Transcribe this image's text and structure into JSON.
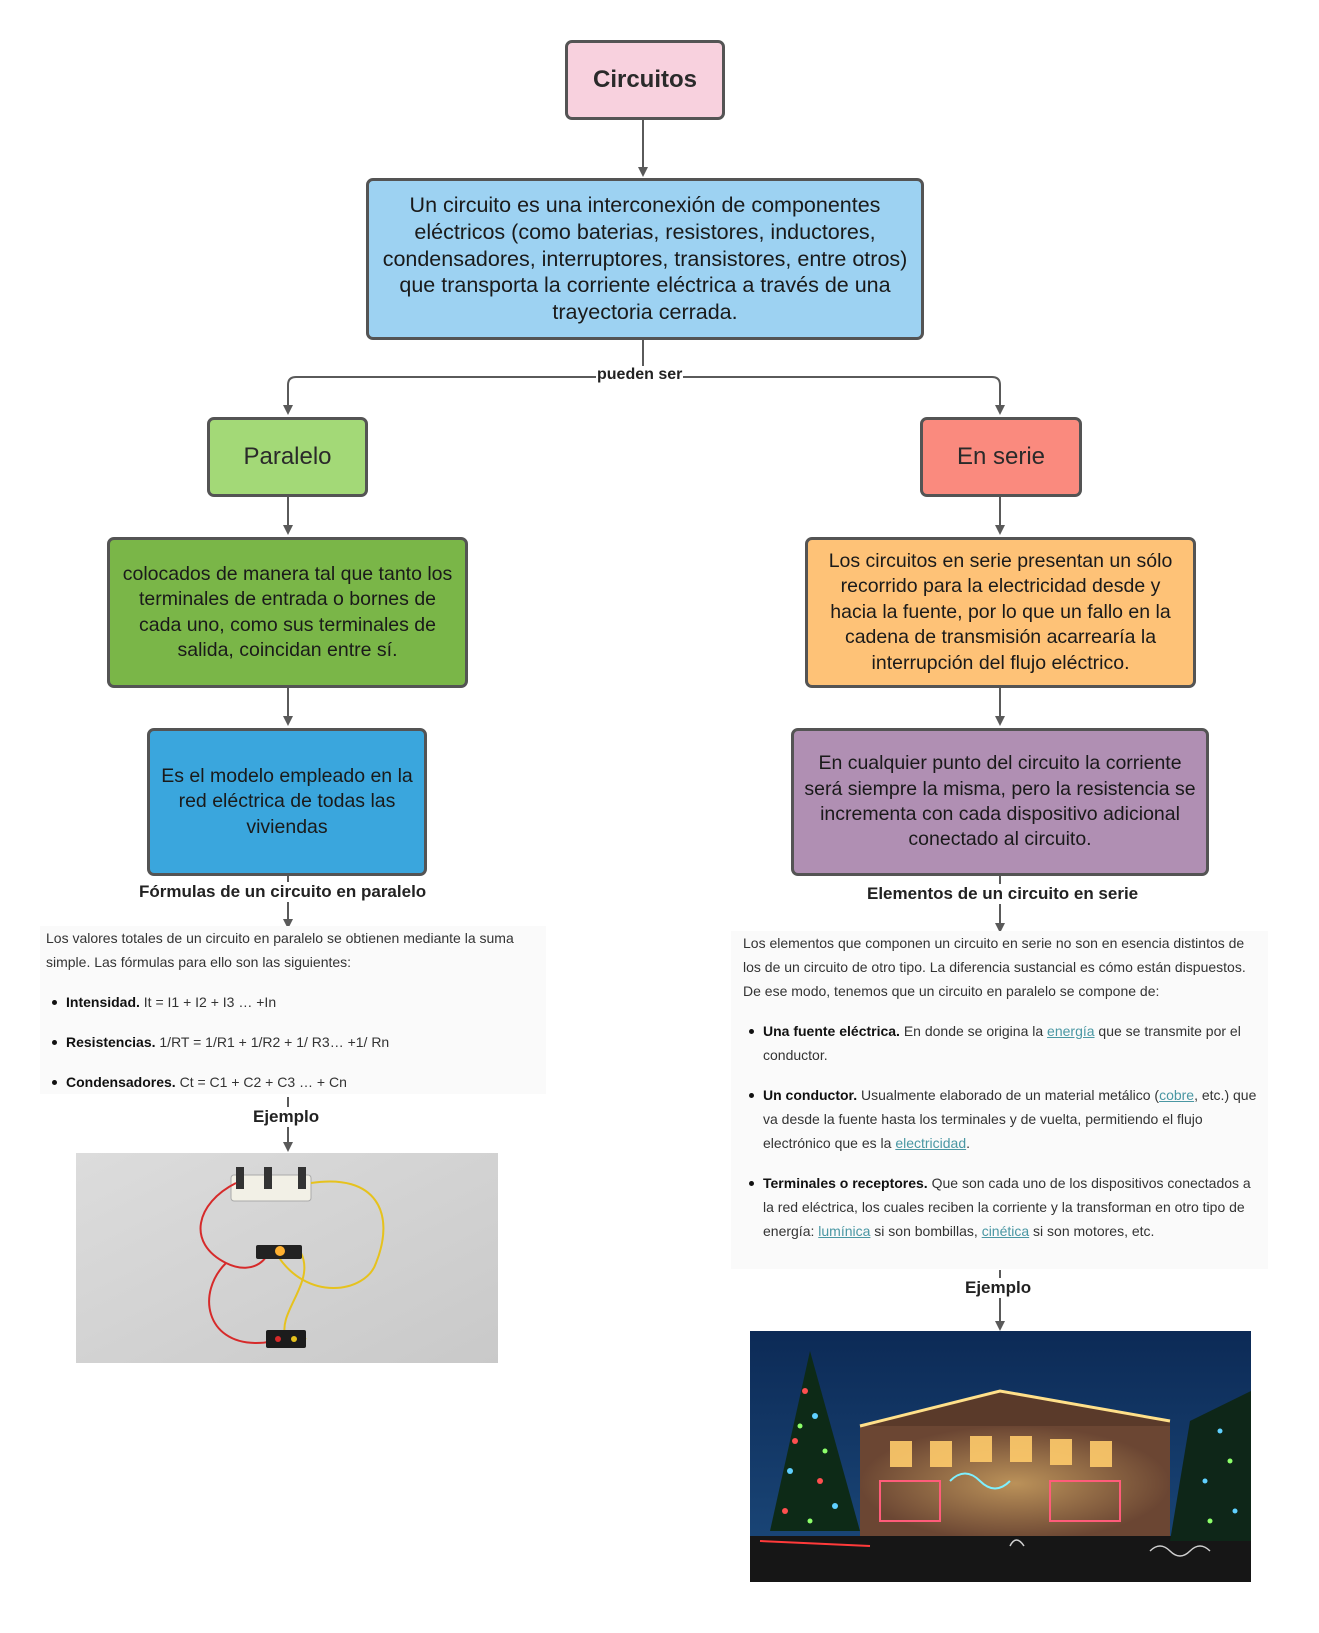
{
  "nodes": {
    "circuitos": "Circuitos",
    "definicion": "Un circuito es una interconexión de componentes eléctricos (como baterias, resistores, inductores, condensadores, interruptores, transistores, entre otros) que transporta la corriente eléctrica a través de una trayectoria cerrada.",
    "paralelo": "Paralelo",
    "en_serie": "En serie",
    "paralelo_desc": "colocados de manera tal que tanto los terminales de entrada o bornes de cada uno, como sus terminales de salida, coincidan entre sí.",
    "serie_desc": "Los circuitos en serie presentan un sólo recorrido para la electricidad desde y hacia la fuente, por lo que un fallo en la cadena de transmisión acarrearía la interrupción del flujo eléctrico.",
    "paralelo_uso": "Es el modelo empleado en la red eléctrica de todas las viviendas",
    "serie_corriente": "En cualquier punto del circuito la corriente será siempre la misma, pero la resistencia se incrementa con cada dispositivo adicional conectado al circuito."
  },
  "edge_labels": {
    "pueden_ser": "pueden ser",
    "formulas": "Fórmulas de un circuito en paralelo",
    "elementos": "Elementos de un circuito en serie",
    "ejemplo_paralelo": "Ejemplo",
    "ejemplo_serie": "Ejemplo"
  },
  "formulas_box": {
    "intro": "Los valores totales de un circuito en paralelo se obtienen mediante la suma simple. Las fórmulas para ello son las siguientes:",
    "items": [
      {
        "term": "Intensidad.",
        "text": " It = I1 + I2 + I3 … +In"
      },
      {
        "term": "Resistencias.",
        "text": " 1/RT = 1/R1 + 1/R2 + 1/ R3… +1/ Rn"
      },
      {
        "term": "Condensadores.",
        "text": " Ct = C1 + C2 + C3 … + Cn"
      }
    ]
  },
  "elementos_box": {
    "intro": "Los elementos que componen un circuito en serie no son en esencia distintos de los de un circuito de otro tipo. La diferencia sustancial es cómo están dispuestos. De ese modo, tenemos que un circuito en paralelo se compone de:",
    "item1": {
      "term": "Una fuente eléctrica.",
      "t1": " En donde se origina la ",
      "link1": "energía",
      "t2": " que se transmite por el conductor."
    },
    "item2": {
      "term": "Un conductor.",
      "t1": " Usualmente elaborado de un material metálico (",
      "link1": "cobre",
      "t2": ", etc.) que va desde la fuente hasta los terminales y de vuelta, permitiendo el flujo electrónico que es la ",
      "link2": "electricidad",
      "t3": "."
    },
    "item3": {
      "term": "Terminales o receptores.",
      "t1": " Que son cada uno de los dispositivos conectados a la red eléctrica, los cuales reciben la corriente y la transforman en otro tipo de energía: ",
      "link1": "lumínica",
      "t2": " si son bombillas, ",
      "link2": "cinética",
      "t3": " si son motores, etc."
    }
  },
  "colors": {
    "circuitos": "#f8d1de",
    "definicion": "#9dd2f2",
    "paralelo": "#a3d977",
    "en_serie": "#fa8a7e",
    "paralelo_desc": "#7ab648",
    "serie_desc": "#fec277",
    "paralelo_uso": "#3aa6dd",
    "serie_corriente": "#b08fb3",
    "border": "#545454",
    "connector": "#5a5a5a",
    "link": "#4a97a3"
  }
}
